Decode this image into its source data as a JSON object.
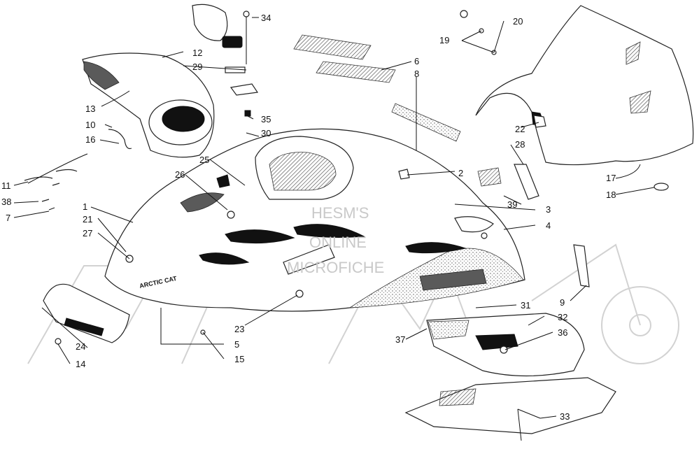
{
  "watermark": {
    "line1": "HESM'S",
    "line2": "ONLINE",
    "line3": "MICROFICHE"
  },
  "hood_logo": "ARCTIC CAT",
  "callouts": [
    "34",
    "12",
    "29",
    "13",
    "10",
    "16",
    "11",
    "38",
    "7",
    "1",
    "21",
    "27",
    "25",
    "26",
    "35",
    "30",
    "6",
    "8",
    "20",
    "19",
    "22",
    "28",
    "2",
    "39",
    "3",
    "4",
    "17",
    "18",
    "9",
    "31",
    "32",
    "36",
    "37",
    "23",
    "5",
    "15",
    "24",
    "14",
    "33"
  ]
}
